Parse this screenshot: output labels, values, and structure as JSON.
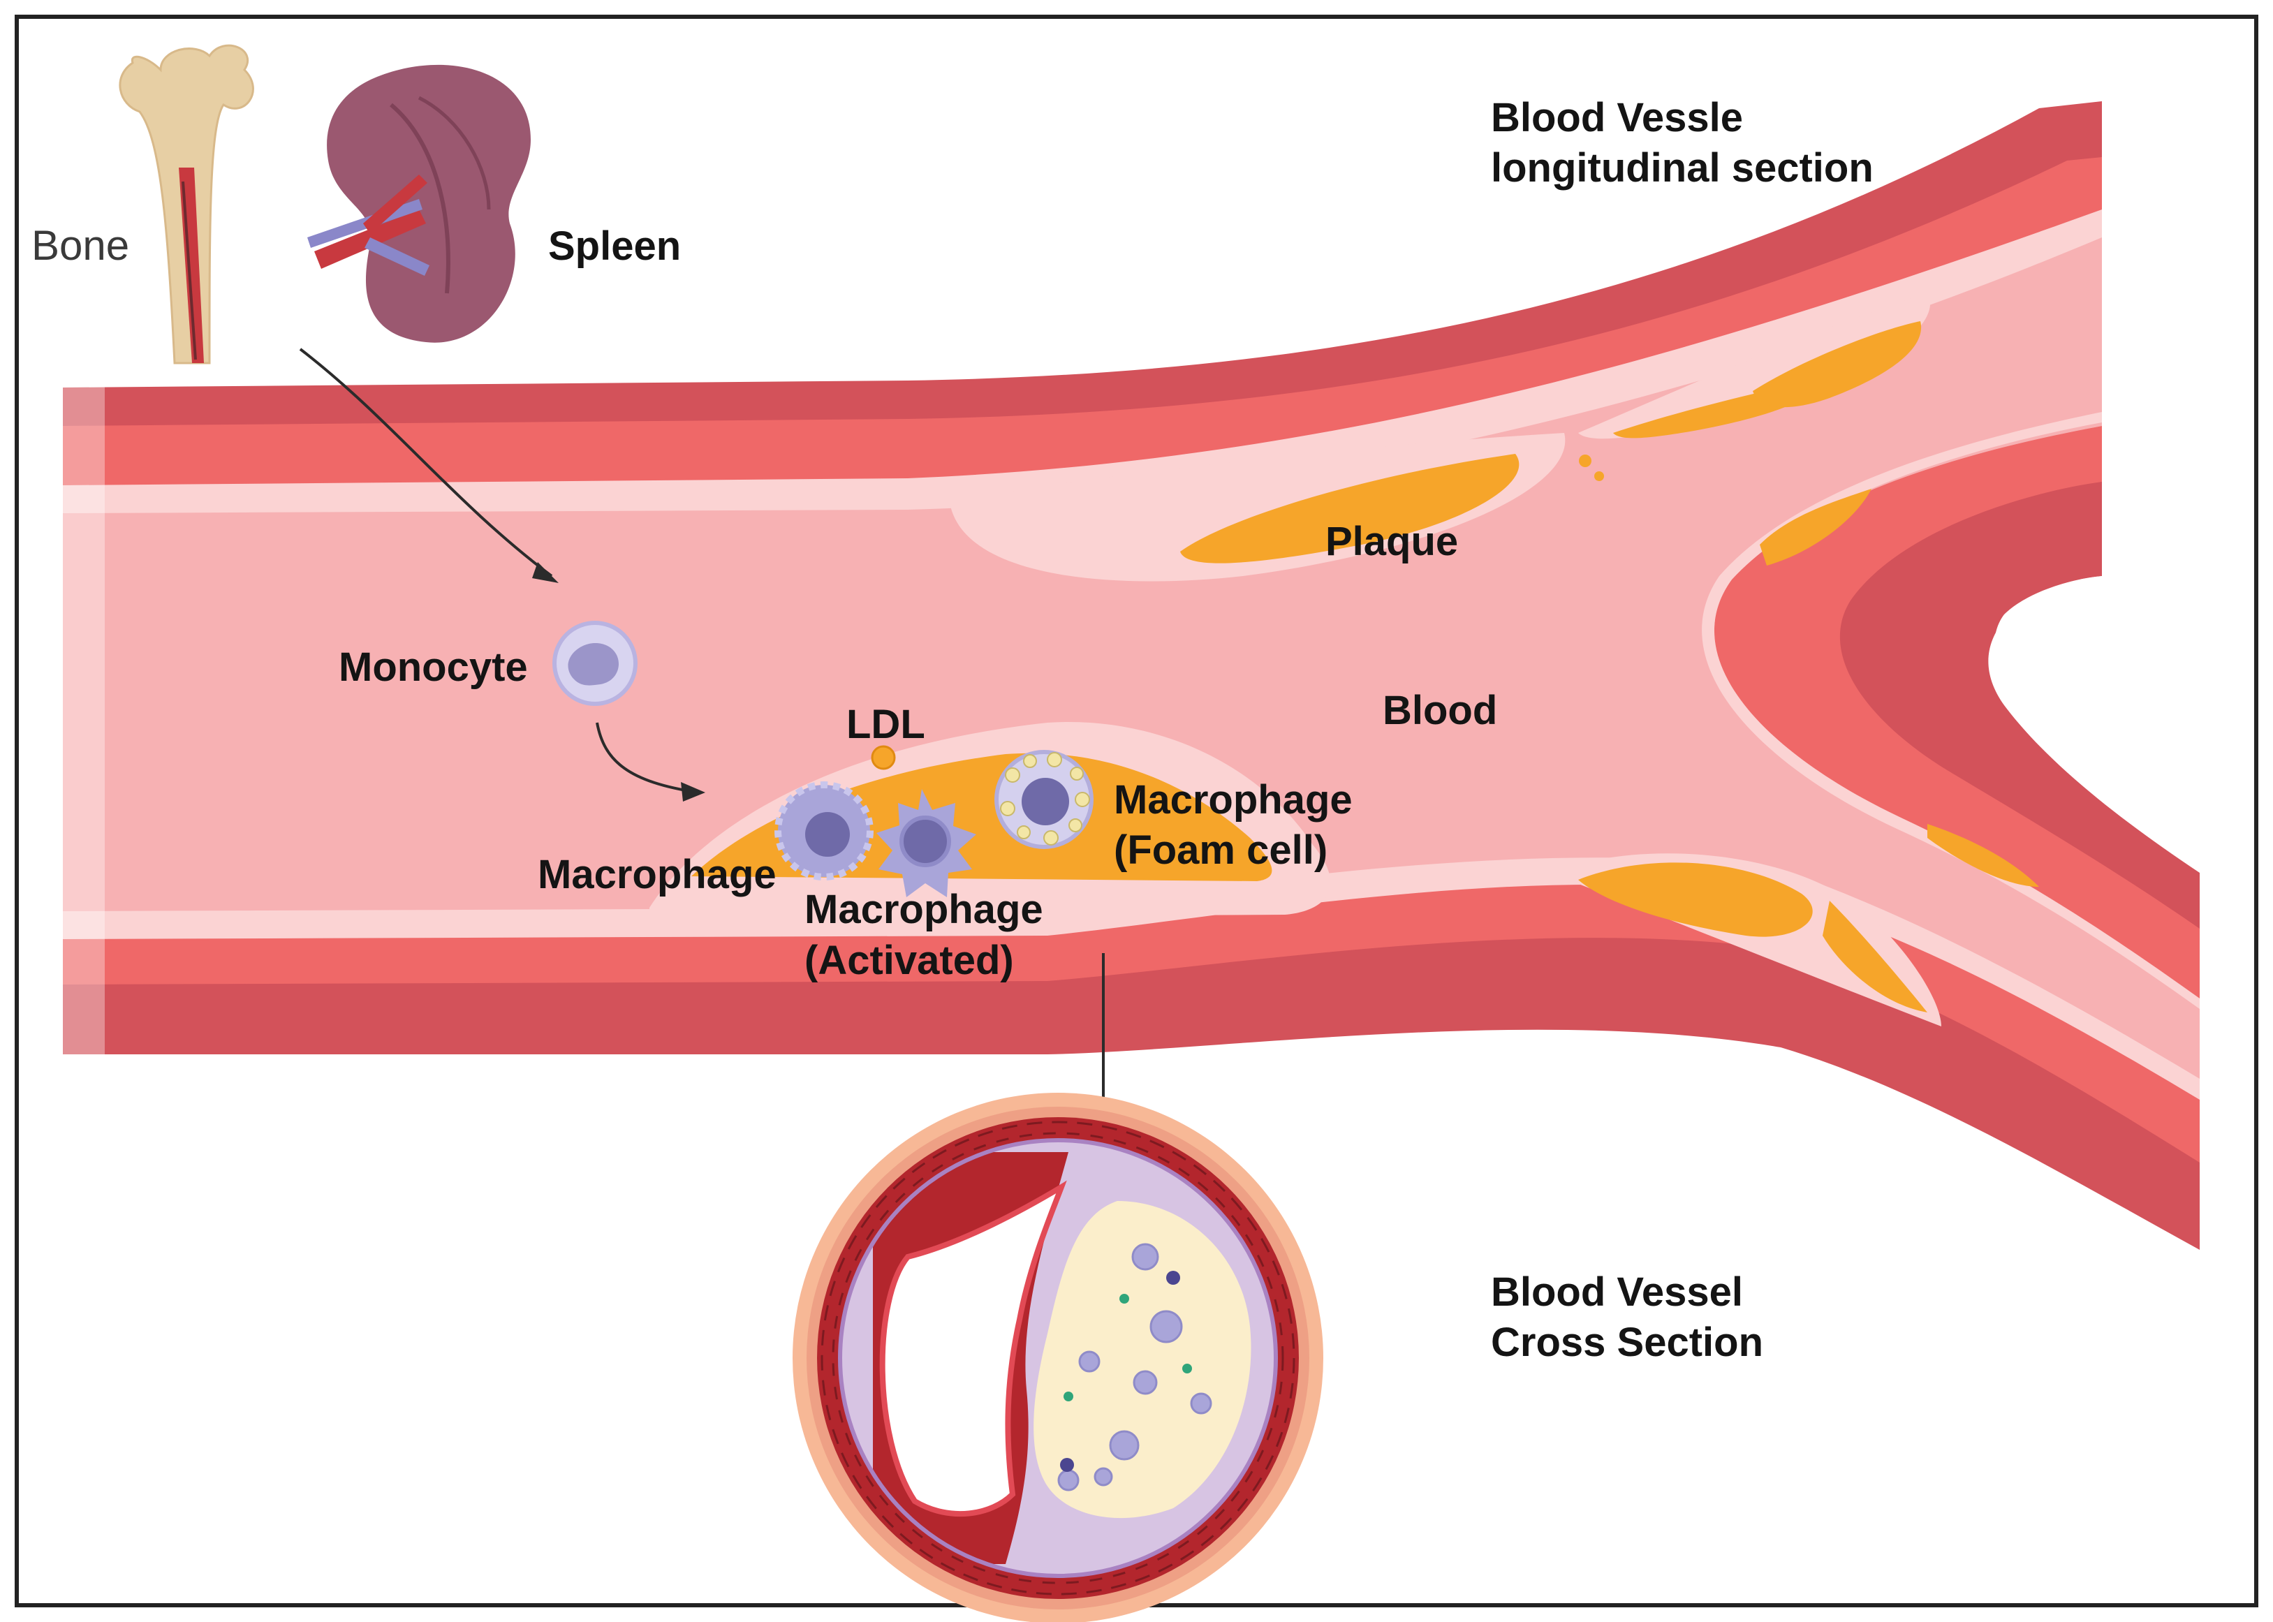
{
  "colors": {
    "outer_wall": "#d3525a",
    "media": "#ef6868",
    "intima": "#fbd3d3",
    "lumen": "#f7b1b3",
    "plaque": "#f6a52a",
    "cell": "#a9a5d9",
    "nucleus": "#6f6aa8",
    "spleen": "#9b5870",
    "bone": "#e7cfa4",
    "lipid_core": "#fbeecb"
  },
  "icons": [
    "bone-icon",
    "spleen-icon",
    "monocyte-icon",
    "ldl-icon",
    "macrophage-icon",
    "foam-cell-icon",
    "cross-section-icon",
    "arrow-icon"
  ],
  "labels": {
    "bone": "Bone",
    "spleen": "Spleen",
    "vessel_long_1": "Blood Vessle",
    "vessel_long_2": "longitudinal section",
    "plaque": "Plaque",
    "monocyte": "Monocyte",
    "blood": "Blood",
    "ldl": "LDL",
    "macrophage": "Macrophage",
    "macrophage_activated_1": "Macrophage",
    "macrophage_activated_2": "(Activated)",
    "foam_cell_1": "Macrophage",
    "foam_cell_2": "(Foam cell)",
    "cross_section_1": "Blood Vessel",
    "cross_section_2": "Cross Section"
  }
}
